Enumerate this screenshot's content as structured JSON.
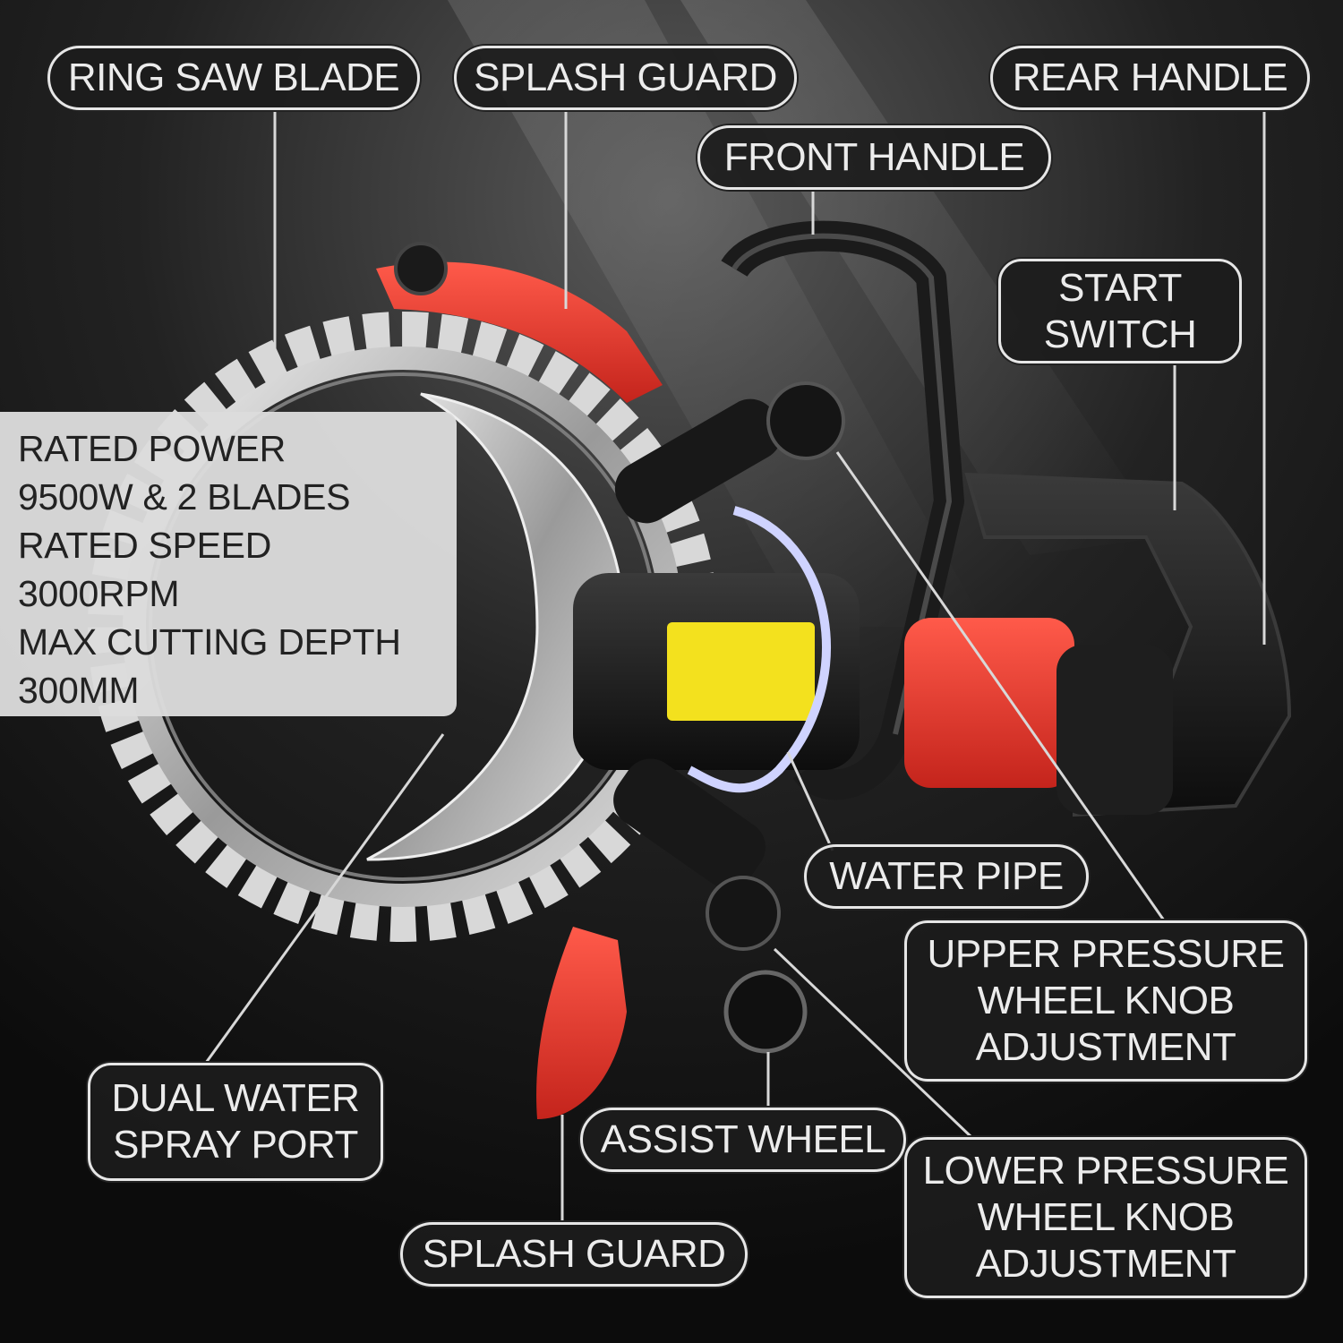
{
  "callouts": {
    "ring_saw_blade": {
      "lines": [
        "RING SAW BLADE"
      ]
    },
    "splash_guard_top": {
      "lines": [
        "SPLASH GUARD"
      ]
    },
    "rear_handle": {
      "lines": [
        "REAR HANDLE"
      ]
    },
    "front_handle": {
      "lines": [
        "FRONT HANDLE"
      ]
    },
    "start_switch": {
      "lines": [
        "START",
        "SWITCH"
      ]
    },
    "water_pipe": {
      "lines": [
        "WATER PIPE"
      ]
    },
    "upper_pressure": {
      "lines": [
        "UPPER PRESSURE",
        "WHEEL KNOB",
        "ADJUSTMENT"
      ]
    },
    "dual_water": {
      "lines": [
        "DUAL WATER",
        "SPRAY PORT"
      ]
    },
    "assist_wheel": {
      "lines": [
        "ASSIST WHEEL"
      ]
    },
    "lower_pressure": {
      "lines": [
        "LOWER PRESSURE",
        "WHEEL KNOB",
        "ADJUSTMENT"
      ]
    },
    "splash_guard_bottom": {
      "lines": [
        "SPLASH GUARD"
      ]
    }
  },
  "specs": {
    "lines": [
      "RATED POWER",
      "9500W & 2 BLADES",
      "RATED SPEED",
      "3000RPM",
      "MAX CUTTING DEPTH",
      "300MM"
    ]
  },
  "colors": {
    "background": "#111111",
    "accent_red": "#e8392e",
    "blade_silver": "#c8c8c8",
    "label_border": "#e6e6e6"
  }
}
